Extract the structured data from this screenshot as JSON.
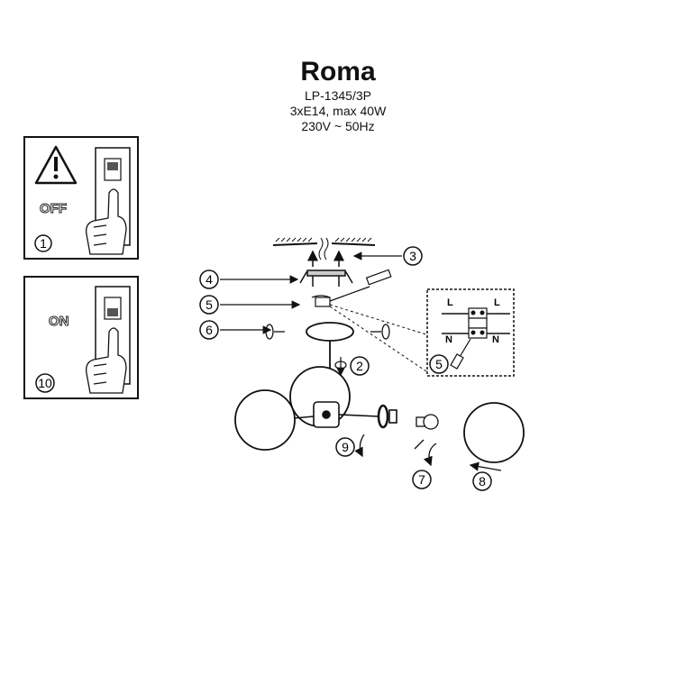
{
  "product": {
    "name": "Roma",
    "code": "LP-1345/3P",
    "bulbs": "3xE14, max 40W",
    "power": "230V ~ 50Hz"
  },
  "panels": {
    "off": {
      "label": "OFF",
      "step": "1"
    },
    "on": {
      "label": "ON",
      "step": "10"
    }
  },
  "steps": {
    "s2": "2",
    "s3": "3",
    "s4": "4",
    "s5": "5",
    "s5b": "5",
    "s6": "6",
    "s7": "7",
    "s8": "8",
    "s9": "9"
  },
  "wiring": {
    "l_left": "L",
    "l_right": "L",
    "n_left": "N",
    "n_right": "N"
  }
}
